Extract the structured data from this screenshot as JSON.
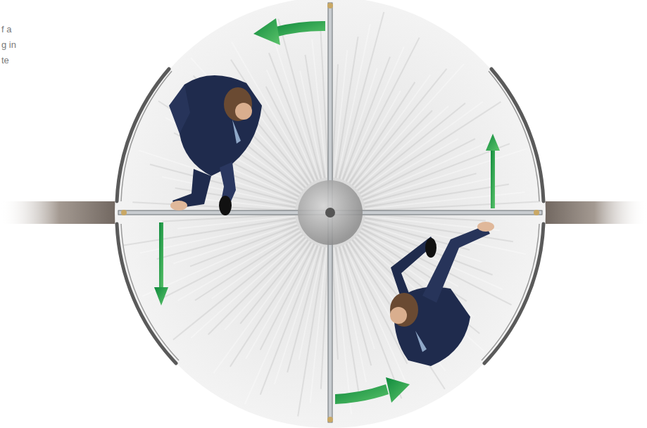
{
  "diagram": {
    "labels": [
      "f a",
      "g in",
      "te"
    ]
  }
}
